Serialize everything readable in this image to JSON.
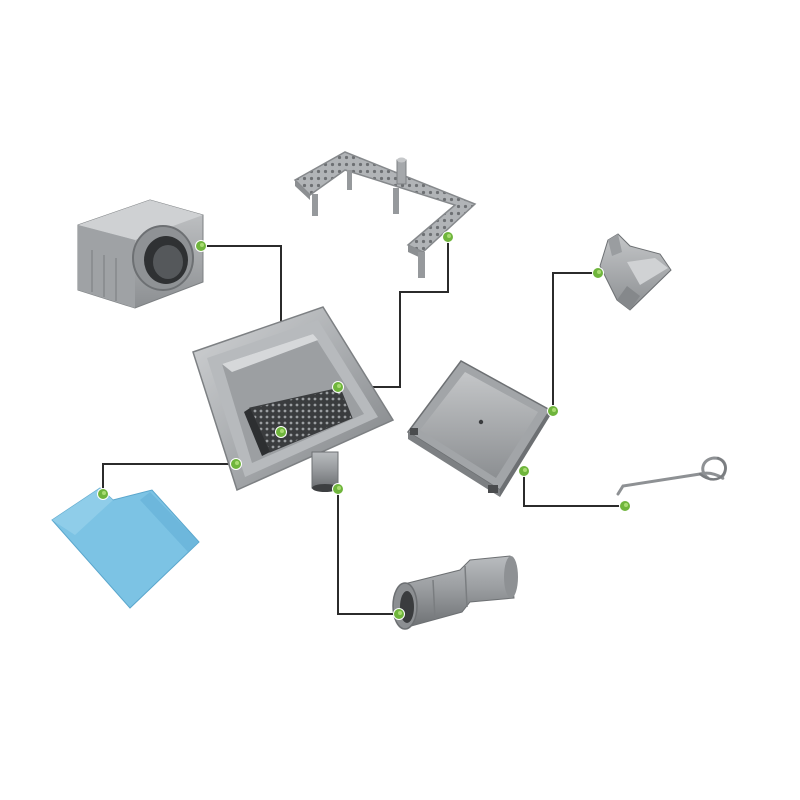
{
  "diagram": {
    "description_visible_text": "",
    "colors": {
      "background": "#ffffff",
      "steel": "#a7aaad",
      "steel_dark": "#6e7174",
      "steel_light": "#d4d6d8",
      "leader_line": "#2b2b2b",
      "marker_green": "#6fb53c",
      "membrane_blue": "#7cc3e4"
    },
    "parts": [
      {
        "name": "side-outlet-adapter",
        "icon": "side-outlet-adapter-icon"
      },
      {
        "name": "height-adjustable-frame",
        "icon": "frame-icon"
      },
      {
        "name": "drain-body",
        "icon": "drain-body-icon"
      },
      {
        "name": "odour-trap",
        "icon": "odour-trap-icon"
      },
      {
        "name": "sealing-membrane",
        "icon": "membrane-icon"
      },
      {
        "name": "vertical-outlet-pipe",
        "icon": "outlet-pipe-icon"
      },
      {
        "name": "tile-insert-grate",
        "icon": "grate-icon"
      },
      {
        "name": "lifting-key-hook",
        "icon": "hook-icon"
      },
      {
        "name": "grate-clip",
        "icon": "clip-icon"
      }
    ]
  }
}
